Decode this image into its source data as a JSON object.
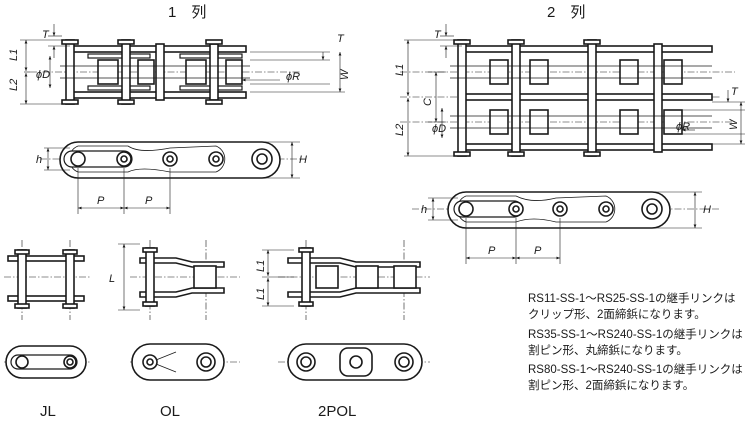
{
  "titles": {
    "single_strand": "1　列",
    "double_strand": "2　列"
  },
  "symbols": {
    "T": "T",
    "L1": "L1",
    "L2": "L2",
    "phiD": "ϕD",
    "phiR": "ϕR",
    "W": "W",
    "C": "C",
    "h": "h",
    "H": "H",
    "P": "P",
    "L": "L"
  },
  "link_labels": {
    "jl": "JL",
    "ol": "OL",
    "pol": "2POL"
  },
  "notes": [
    "RS11-SS-1〜RS25-SS-1の継手リンクは",
    "クリップ形、2面締鋲になります。",
    "RS35-SS-1〜RS240-SS-1の継手リンクは",
    "割ピン形、丸締鋲になります。",
    "RS80-SS-1〜RS240-SS-1の継手リンクは",
    "割ピン形、2面締鋲になります。"
  ]
}
